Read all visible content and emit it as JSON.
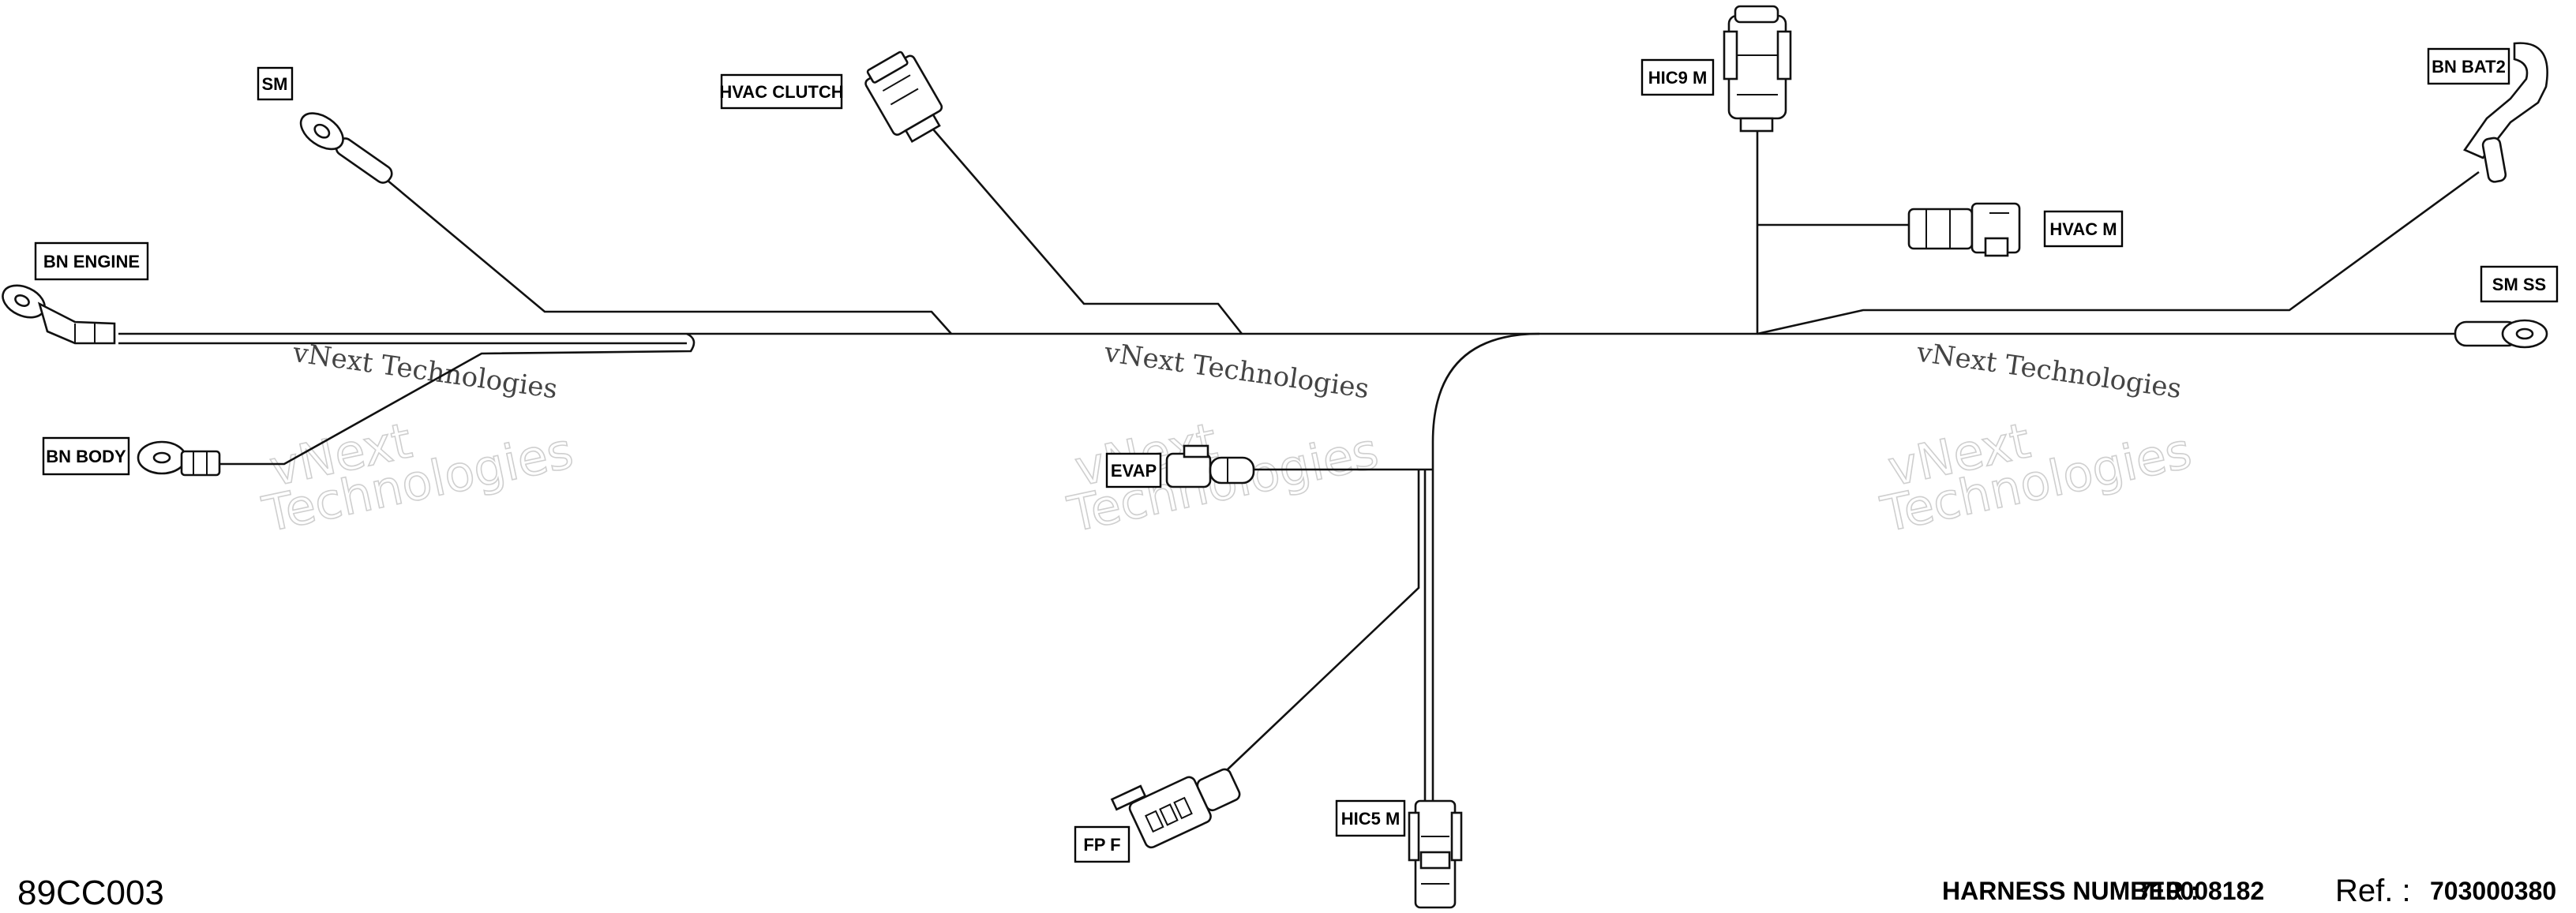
{
  "labels": {
    "sm": "SM",
    "hvac_clutch": "HVAC CLUTCH",
    "hic9_m": "HIC9 M",
    "bn_bat2": "BN BAT2",
    "bn_engine": "BN ENGINE",
    "hvac_m": "HVAC M",
    "sm_ss": "SM SS",
    "bn_body": "BN BODY",
    "evap": "EVAP",
    "fp_f": "FP F",
    "hic5_m": "HIC5 M"
  },
  "watermark": {
    "line1": "vNext Technologies",
    "line2": "vNext",
    "line3": "Technologies"
  },
  "footer": {
    "diagram_code": "89CC003",
    "harness_label": "HARNESS NUMBER :",
    "harness_number": "710008182",
    "ref_label": "Ref. :",
    "ref_number": "703000380"
  },
  "colors": {
    "line": "#111111",
    "background": "#ffffff"
  }
}
